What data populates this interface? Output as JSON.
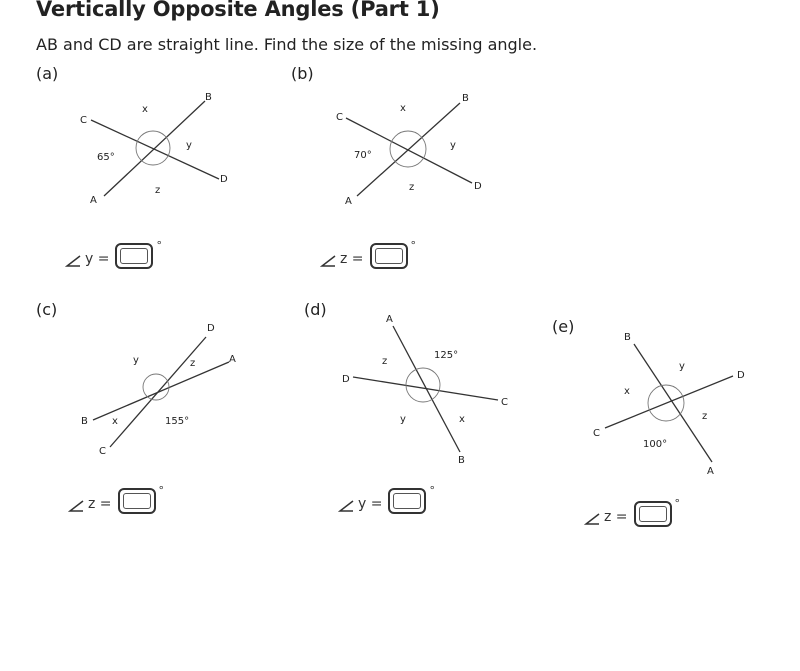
{
  "title": "Vertically Opposite Angles (Part 1)",
  "instruction": "AB and CD are straight line. Find the size of the missing angle.",
  "problems": {
    "a": {
      "label": "(a)",
      "points": {
        "A": "A",
        "B": "B",
        "C": "C",
        "D": "D"
      },
      "given_angle": "65°",
      "vars": {
        "x": "x",
        "y": "y",
        "z": "z"
      },
      "prompt_var": "y =",
      "degree": "°"
    },
    "b": {
      "label": "(b)",
      "points": {
        "A": "A",
        "B": "B",
        "C": "C",
        "D": "D"
      },
      "given_angle": "70°",
      "vars": {
        "x": "x",
        "y": "y",
        "z": "z"
      },
      "prompt_var": "z =",
      "degree": "°"
    },
    "c": {
      "label": "(c)",
      "points": {
        "A": "A",
        "B": "B",
        "C": "C",
        "D": "D"
      },
      "given_angle": "155°",
      "vars": {
        "x": "x",
        "y": "y",
        "z": "z"
      },
      "prompt_var": "z =",
      "degree": "°"
    },
    "d": {
      "label": "(d)",
      "points": {
        "A": "A",
        "B": "B",
        "C": "C",
        "D": "D"
      },
      "given_angle": "125°",
      "vars": {
        "x": "x",
        "y": "y",
        "z": "z"
      },
      "prompt_var": "y =",
      "degree": "°"
    },
    "e": {
      "label": "(e)",
      "points": {
        "A": "A",
        "B": "B",
        "C": "C",
        "D": "D"
      },
      "given_angle": "100°",
      "vars": {
        "x": "x",
        "y": "y",
        "z": "z"
      },
      "prompt_var": "z =",
      "degree": "°"
    }
  }
}
